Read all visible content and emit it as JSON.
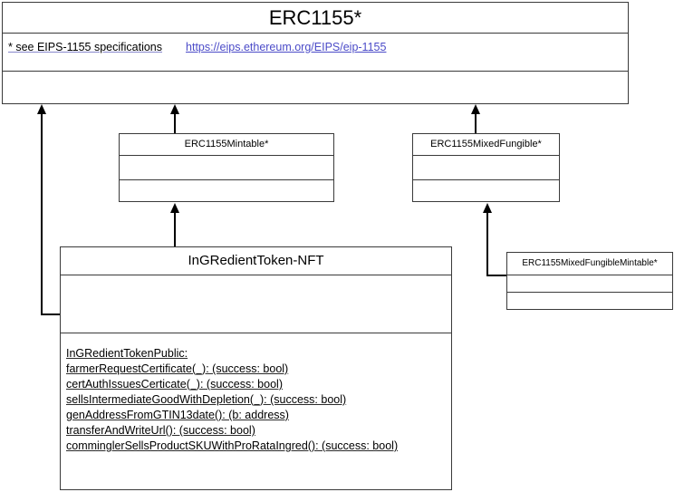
{
  "diagram": {
    "type": "uml-class-diagram",
    "title": "ERC1155 inheritance hierarchy"
  },
  "root_class": {
    "name": "ERC1155*",
    "note_prefix": "* see EIPS-1155 specifications",
    "note_link": "https://eips.ethereum.org/EIPS/eip-1155",
    "link_color": "#4b4bc8"
  },
  "classes": {
    "mintable": {
      "name": "ERC1155Mintable*"
    },
    "mixed_fungible": {
      "name": "ERC1155MixedFungible*"
    },
    "mixed_fungible_mintable": {
      "name": "ERC1155MixedFungibleMintable*"
    },
    "nft": {
      "name": "InGRedientToken-NFT",
      "operations_header": "InGRedientTokenPublic:",
      "operations": [
        "farmerRequestCertificate(_): (success: bool)",
        "certAuthIssuesCerticate(_): (success: bool)",
        "sellsIntermediateGoodWithDepletion(_): (success: bool)",
        "genAddressFromGTIN13date(): (b: address)",
        "transferAndWriteUrl(): (success: bool)",
        "comminglerSellsProductSKUWithProRataIngred(): (success: bool)"
      ]
    }
  },
  "relations": [
    {
      "name": "mintable-to-erc1155",
      "from": "ERC1155Mintable*",
      "to": "ERC1155*",
      "kind": "generalization"
    },
    {
      "name": "mixedfungible-to-erc1155",
      "from": "ERC1155MixedFungible*",
      "to": "ERC1155*",
      "kind": "generalization"
    },
    {
      "name": "nft-to-erc1155",
      "from": "InGRedientToken-NFT",
      "to": "ERC1155*",
      "kind": "generalization"
    },
    {
      "name": "nft-to-mintable",
      "from": "InGRedientToken-NFT",
      "to": "ERC1155Mintable*",
      "kind": "generalization"
    },
    {
      "name": "mfmintable-to-mixedfungible",
      "from": "ERC1155MixedFungibleMintable*",
      "to": "ERC1155MixedFungible*",
      "kind": "generalization"
    }
  ]
}
